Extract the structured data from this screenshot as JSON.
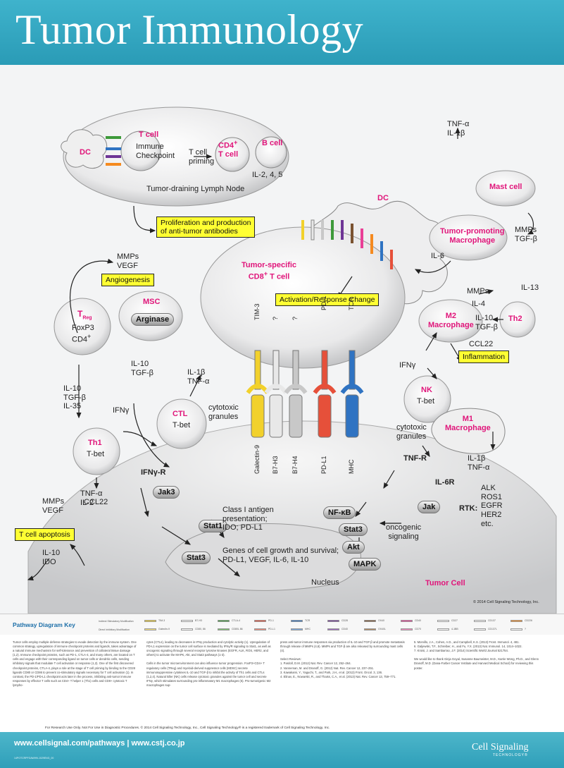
{
  "header": {
    "title": "Tumor Immunology"
  },
  "diagram": {
    "lymph_node": {
      "caption": "Tumor-draining Lymph Node",
      "dc": "DC",
      "tcell": "T cell",
      "checkpoint": "Immune\nCheckpoint",
      "priming": "T cell\npriming",
      "cd4_line1": "CD4",
      "cd4_sup": "+",
      "cd4_line2": "T cell",
      "bcell": "B cell",
      "il245": "IL-2, 4, 5"
    },
    "boxes": {
      "proliferation": "Proliferation and production\nof anti-tumor antibodies",
      "angiogenesis": "Angiogenesis",
      "activation": "Activation/Response Change",
      "inflammation": "Inflammation",
      "apoptosis": "T cell apoptosis"
    },
    "dc_main": "DC",
    "cd8_line1": "Tumor-specific",
    "cd8_line2": "CD8",
    "cd8_sup": "+",
    "cd8_line3": " T cell",
    "mast": "Mast cell",
    "tnf_il1b_top": "TNF-α\nIL-1β",
    "tpm_line1": "Tumor-promoting",
    "tpm_line2": "Macrophage",
    "mmps_tgfb_right": "MMPs\nTGF-β",
    "il6": "IL-6",
    "treg_t": "T",
    "treg_sub": "Reg",
    "treg_markers_1": "FoxP3",
    "treg_markers_2": "CD4",
    "treg_markers_sup": "+",
    "mmps_vegf_top": "MMPs\nVEGF",
    "msc": "MSC",
    "arginase": "Arginase",
    "il10_tgfb_mid": "IL-10\nTGF-β",
    "il10_tgfb_il35": "IL-10\nTGF-β\nIL-35",
    "ifng": "IFNγ",
    "th1": "Th1",
    "th1_tbet": "T-bet",
    "tnf_il2": "TNF-α\nIL-2",
    "ctl": "CTL",
    "ctl_tbet": "T-bet",
    "il1b_tnf": "IL-1β\nTNF-α",
    "cytotoxic1": "cytotoxic\ngranules",
    "mmps": "MMPs",
    "il13": "IL-13",
    "il4": "IL-4",
    "il10_tgfb_m2": "IL-10\nTGF-β",
    "m2_line1": "M2",
    "m2_line2": "Macrophage",
    "th2": "Th2",
    "ccl22_right": "CCL22",
    "ifng_nk": "IFNγ",
    "nk": "NK",
    "nk_tbet": "T-bet",
    "cytotoxic2": "cytotoxic\ngranules",
    "m1_line1": "M1",
    "m1_line2": "Macrophage",
    "il1b_tnf_m1": "IL-1β\nTNF-α",
    "receptors": [
      {
        "top": "TIM-3",
        "bottom": "Galectin-9",
        "color": "#f2d12c"
      },
      {
        "top": "?",
        "bottom": "B7-H3",
        "color": "#e8e8e8"
      },
      {
        "top": "?",
        "bottom": "B7-H4",
        "color": "#c8c8c8"
      },
      {
        "top": "PD-1",
        "bottom": "PD-L1",
        "color": "#e6503a"
      },
      {
        "top": "TCR",
        "bottom": "MHC",
        "color": "#2f73c2"
      }
    ],
    "tnfr": "TNF-R",
    "il6r": "IL-6R",
    "rtk_list": "ALK\nROS1\nEGFR\nHER2\netc.",
    "rtk": "RTK:",
    "jak_right": "Jak",
    "nfkb": "NF-κB",
    "stat3_right": "Stat3",
    "akt": "Akt",
    "mapk": "MAPK",
    "oncogenic": "oncogenic\nsignaling",
    "ifngr": "IFNγ-R",
    "jak3": "Jak3",
    "stat1": "Stat1",
    "stat1_text": "Class I antigen\npresentation;\nIDO; PD-L1",
    "stat3_left": "Stat3",
    "stat3_text": "Genes of cell growth and survival;\nPD-L1, VEGF, IL-6, IL-10",
    "mmps_vegf_left": "MMPs\nVEGF",
    "ccl22_left": "CCL22",
    "il10_ido": "IL-10\nIDO",
    "nucleus": "Nucleus",
    "tumor_cell": "Tumor Cell",
    "copyright": "© 2014 Cell Signaling Technology, Inc."
  },
  "key": {
    "title": "Pathway Diagram Key",
    "items": [
      {
        "label": "Indirect Stimulatory Modification"
      },
      {
        "label": "Direct Inhibitory Modification"
      }
    ],
    "colors": [
      {
        "label": "TIM-3",
        "color": "#f2d12c"
      },
      {
        "label": "Galectin-9",
        "color": "#f7e27a"
      },
      {
        "label": "B7-H3",
        "color": "#ffffff"
      },
      {
        "label": "CD80, 86",
        "color": "#ffffff"
      },
      {
        "label": "CTLA-4",
        "color": "#3e9a3a"
      },
      {
        "label": "CD80L 86",
        "color": "#7cc26f"
      },
      {
        "label": "PD-1",
        "color": "#e6503a"
      },
      {
        "label": "PD-L1",
        "color": "#f08a78"
      },
      {
        "label": "TCR",
        "color": "#2f73c2"
      },
      {
        "label": "MHC",
        "color": "#7aa8de"
      },
      {
        "label": "CD28",
        "color": "#6e3596"
      },
      {
        "label": "CD40",
        "color": "#9d6ac0"
      },
      {
        "label": "OX40",
        "color": "#7a5230"
      },
      {
        "label": "OX40L",
        "color": "#b08a60"
      },
      {
        "label": "CD40",
        "color": "#e93f96"
      },
      {
        "label": "CD70",
        "color": "#f48ac0"
      },
      {
        "label": "CD27",
        "color": "#ffffff"
      },
      {
        "label": "4-1BB",
        "color": "#ffffff"
      },
      {
        "label": "CD137",
        "color": "#ffffff"
      },
      {
        "label": "CD137L",
        "color": "#ffffff"
      },
      {
        "label": "CD226",
        "color": "#f58a1f"
      },
      {
        "label": "?",
        "color": "#ffffff"
      }
    ]
  },
  "text": {
    "col1": "Tumor cells employ multiple defense strategies to evade detection by the immune system. One common strategy, upregulation of immune checkpoint proteins and ligands, takes advantage of a natural immune mechanism for self-tolerance and prevention of collateral tissue damage (1,2). Immune checkpoint proteins, such as PD-1, CTLA-4, and many others, are located on T cells and engage with their corresponding ligand on tumor cells or dendritic cells, sending inhibitory signals that modulate T cell activation or response (1,2). One of the first discovered checkpoint proteins, CTLA-4, plays a role at the stage of T cell priming by binding to the CD28 ligands CD80 or CD86 to prevent co-stimulatory signals necessary for T cell activation (1). In contrast, the PD-1/PD-L1 checkpoint acts later in the process, inhibiting anti-tumor immune responses by effector T cells such as CD4+ T helper 1 (Th1) cells and CD8+ cytotoxic T lympho-",
    "col2": "cytes (CTLs), leading to decreases in IFNγ production and cytolytic activity (1). Upregulation of PD-L1 expression on the tumor cell surface is mediated by IFNγ/R signaling to Stat1, as well as oncogenic signaling through several receptor tyrosine kinases (EGFR, ALK, ROS, HER2, and others) to activate the MAPK, Akt, and Stat3 pathways (1-3).\n\nCells in the tumor microenvironment can also influence tumor progression. FoxP3+CD4+ T regulatory cells (TReg) and myeloid-derived suppressor cells (MDSC) secrete immunosuppressive cytokines IL-10 and TGF-β to inhibit the activity of Th1 cells and CTLs (1,2,4). Natural killer (NK) cells release cytotoxic granules against the tumor cell and secrete IFNγ, which stimulates surrounding pro-inflammatory M1 macrophages (5). Pro-tumorigenic M2 macrophages sup-",
    "col3": "press anti-tumor immune responses via production of IL-10 and TGF-β and promote metastasis through release of MMPs (4,6). MMPs and TGF-β are also released by surrounding mast cells (4).\n\nSelect Reviews:\n1. Pardoll, D.M. (2012) Nat. Rev. Cancer 12, 252–264.\n2. Vanneman, M. and Dranoff, G. (2012) Nat. Rev. Cancer 12, 237–251.\n3. Kawakami, Y., Yaguchi, T., and Park, J.H., et al. (2013) Front. Oncol. 3, 136.\n4. Elinav, E., Nowarski, R., and Thaiss, C.A., et al. (2013) Nat. Rev. Cancer 13, 759–771.",
    "col4": "5. Morvillo, J.A., Cohen, A.D., and Campbell, K.S. (2013) Front. Immunol. 4, 481.\n6. Galjewski, T.F., Schreiber, H., and Fu, Y.X. (2013) Nat. Immunol. 14, 1014–1022.\n7. Kroisi, J. and Sambarrao, J.F. (2014) Scientific World Journal 521754.\n\nWe would like to thank Ginja Goyal, Susanne Baumeister, M.D., Karrie Wong, Ph.D., and Glenn Dranoff, M.D. (Dana-Farber Cancer Institute and Harvard Medical School) for reviewing this poster."
  },
  "disclaimer": "For Research Use Only. Not For Use in Diagnostic Procedures. © 2014 Cell Signaling Technology, Inc., Cell Signaling Technology® is a registered trademark of Cell Signaling Technology, Inc.",
  "footer": {
    "url": "www.cellsignal.com/pathways | www.cstj.co.jp",
    "logo": "Cell Signaling",
    "logo_sub": "TECHNOLOGY®",
    "code": "14POTCRPFGAWHN-1029ENG_00"
  }
}
